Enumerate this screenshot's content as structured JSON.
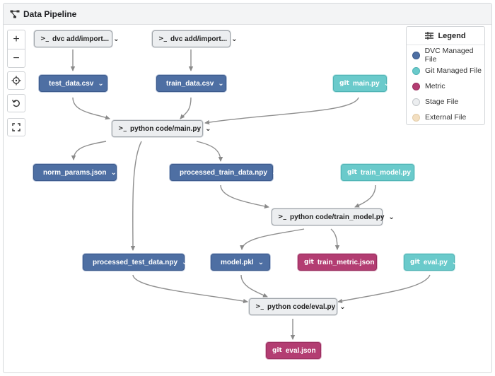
{
  "header": {
    "title": "Data Pipeline",
    "icon": "pipeline-icon"
  },
  "controls": {
    "zoom_in": "+",
    "zoom_out": "−"
  },
  "nodes": {
    "dvc_import_1": "dvc add/import...",
    "dvc_import_2": "dvc add/import...",
    "test_data": "test_data.csv",
    "train_data": "train_data.csv",
    "main_py": "main.py",
    "stage_main": "python code/main.py",
    "norm_params": "norm_params.json",
    "processed_train": "processed_train_data.npy",
    "train_model_py": "train_model.py",
    "stage_train_model": "python code/train_model.py",
    "processed_test": "processed_test_data.npy",
    "model_pkl": "model.pkl",
    "train_metric": "train_metric.json",
    "eval_py": "eval.py",
    "stage_eval": "python code/eval.py",
    "eval_json": "eval.json"
  },
  "legend": {
    "title": "Legend",
    "items": [
      {
        "label": "DVC Managed File",
        "color": "#4e6fa3"
      },
      {
        "label": "Git Managed File",
        "color": "#6acacb"
      },
      {
        "label": "Metric",
        "color": "#b33d72"
      },
      {
        "label": "Stage File",
        "color": "#eceef0"
      },
      {
        "label": "External File",
        "color": "#f3dfc1"
      }
    ]
  },
  "git_label": "git"
}
